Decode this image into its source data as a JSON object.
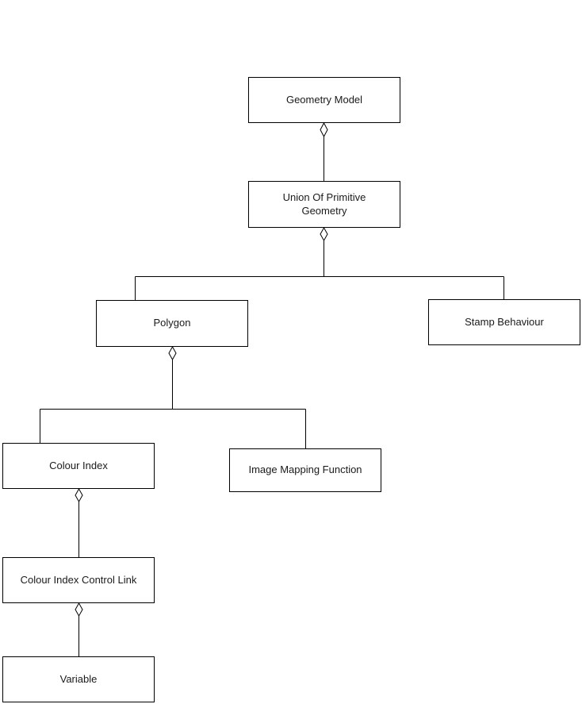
{
  "diagram": {
    "nodes": [
      {
        "id": "geometry-model",
        "label": "Geometry Model"
      },
      {
        "id": "union-of-primitive-geometry",
        "label": "Union Of Primitive Geometry"
      },
      {
        "id": "polygon",
        "label": "Polygon"
      },
      {
        "id": "stamp-behaviour",
        "label": "Stamp Behaviour"
      },
      {
        "id": "colour-index",
        "label": "Colour Index"
      },
      {
        "id": "image-mapping-function",
        "label": "Image Mapping Function"
      },
      {
        "id": "colour-index-control-link",
        "label": "Colour Index Control Link"
      },
      {
        "id": "variable",
        "label": "Variable"
      }
    ],
    "edges": [
      {
        "from": "geometry-model",
        "to": "union-of-primitive-geometry",
        "type": "aggregation",
        "diamond_at": "geometry-model"
      },
      {
        "from": "union-of-primitive-geometry",
        "to": "polygon",
        "type": "aggregation",
        "diamond_at": "union-of-primitive-geometry"
      },
      {
        "from": "union-of-primitive-geometry",
        "to": "stamp-behaviour",
        "type": "aggregation",
        "diamond_at": "union-of-primitive-geometry"
      },
      {
        "from": "polygon",
        "to": "colour-index",
        "type": "aggregation",
        "diamond_at": "polygon"
      },
      {
        "from": "polygon",
        "to": "image-mapping-function",
        "type": "aggregation",
        "diamond_at": "polygon"
      },
      {
        "from": "colour-index",
        "to": "colour-index-control-link",
        "type": "aggregation",
        "diamond_at": "colour-index"
      },
      {
        "from": "colour-index-control-link",
        "to": "variable",
        "type": "aggregation",
        "diamond_at": "colour-index-control-link"
      }
    ],
    "colors": {
      "background": "#ffffff",
      "node_fill": "#ffffff",
      "node_border": "#000000",
      "line": "#000000",
      "text": "#1a1a1a"
    }
  }
}
